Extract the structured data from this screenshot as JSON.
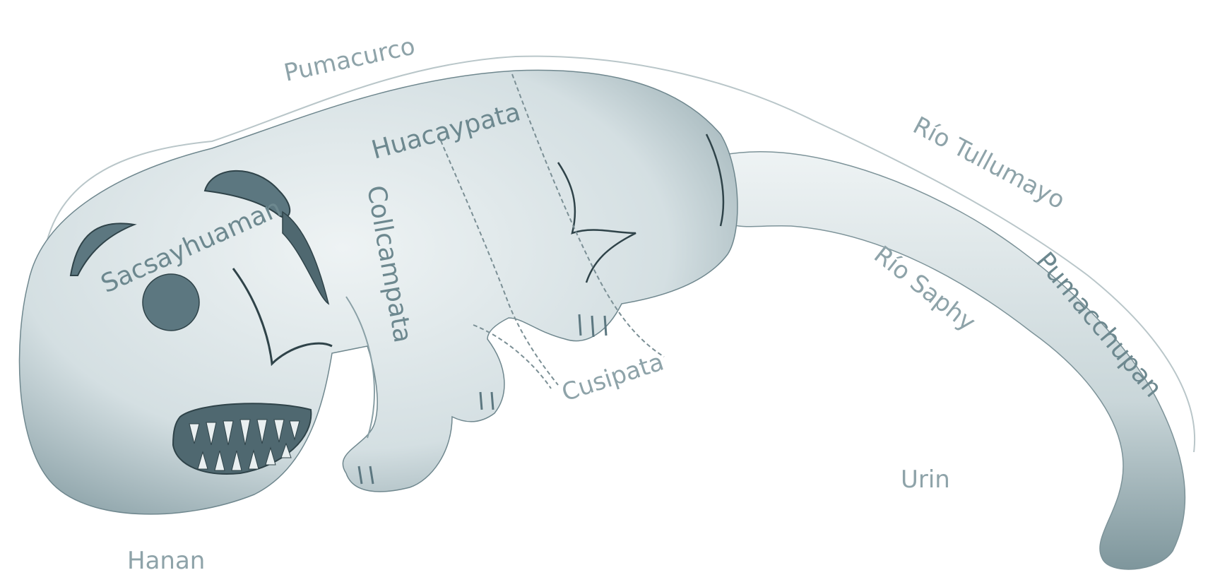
{
  "diagram": {
    "labels": {
      "pumacurco": "Pumacurco",
      "huacaypata": "Huacaypata",
      "rio_tullumayo": "Río Tullumayo",
      "sacsayhuaman": "Sacsayhuaman",
      "collcampata": "Collcampata",
      "rio_saphy": "Río Saphy",
      "pumacchupan": "Pumacchupan",
      "cusipata": "Cusipata",
      "urin": "Urin",
      "hanan": "Hanan"
    },
    "colors": {
      "body": "#dfe7e9",
      "shade": "#5c7780",
      "dark": "#4f6870",
      "outline": "#2f4349",
      "text": "#6d888f"
    }
  }
}
